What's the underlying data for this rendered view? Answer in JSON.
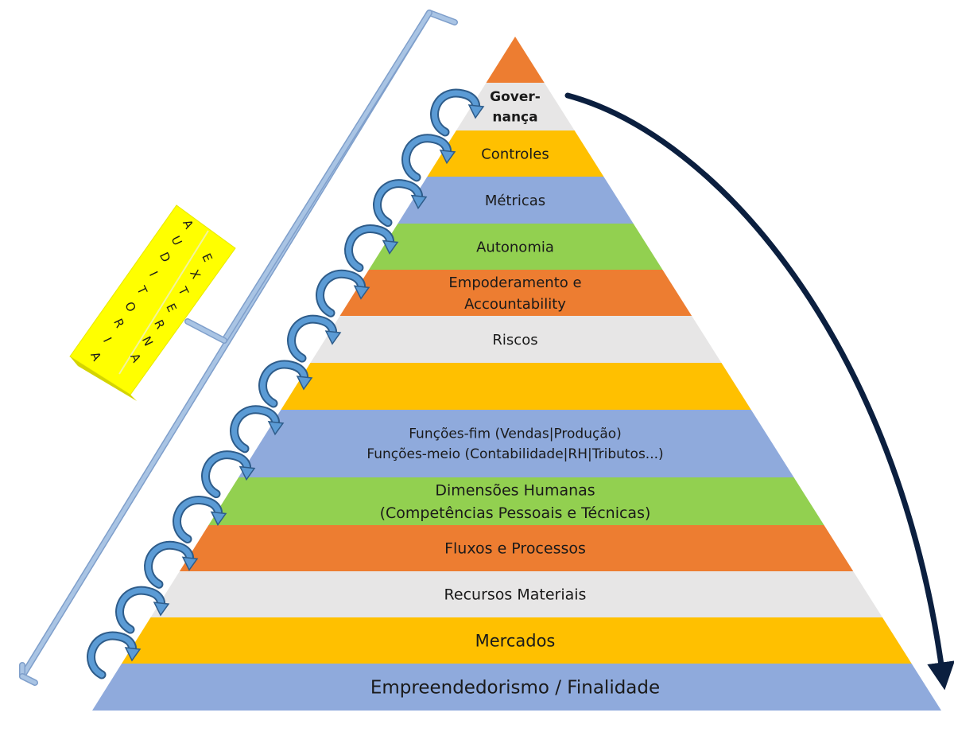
{
  "pyramid": {
    "colors": {
      "orange": "#ED7D31",
      "gray": "#E7E6E6",
      "yellow": "#FFC000",
      "blue": "#8FAADC",
      "green": "#92D050"
    },
    "layers": [
      {
        "color": "orange",
        "lines": []
      },
      {
        "color": "gray",
        "lines": [
          "Gover-",
          "nança"
        ],
        "bold": true
      },
      {
        "color": "yellow",
        "lines": [
          "Controles"
        ]
      },
      {
        "color": "blue",
        "lines": [
          "Métricas"
        ]
      },
      {
        "color": "green",
        "lines": [
          "Autonomia"
        ]
      },
      {
        "color": "orange",
        "lines": [
          "Empoderamento e",
          "Accountability"
        ]
      },
      {
        "color": "gray",
        "lines": [
          "Riscos"
        ]
      },
      {
        "color": "yellow",
        "lines": []
      },
      {
        "color": "blue",
        "lines": [
          "Funções-fim (Vendas|Produção)",
          "Funções-meio (Contabilidade|RH|Tributos...)"
        ]
      },
      {
        "color": "green",
        "lines": [
          "Dimensões Humanas",
          "(Competências Pessoais e Técnicas)"
        ]
      },
      {
        "color": "orange",
        "lines": [
          "Fluxos e Processos"
        ]
      },
      {
        "color": "gray",
        "lines": [
          "Recursos Materiais"
        ]
      },
      {
        "color": "yellow",
        "lines": [
          "Mercados"
        ]
      },
      {
        "color": "blue",
        "lines": [
          "Empreendedorismo     /     Finalidade"
        ]
      }
    ]
  },
  "audit_label": {
    "word1": "AUDITORIA",
    "word2": "EXTERNA",
    "fill": "#FFFF00",
    "edge": "#E8E800"
  },
  "spiral_color": "#5B9BD5",
  "bracket_color": "#A9C4E4",
  "return_arrow_color": "#0B1F3F"
}
